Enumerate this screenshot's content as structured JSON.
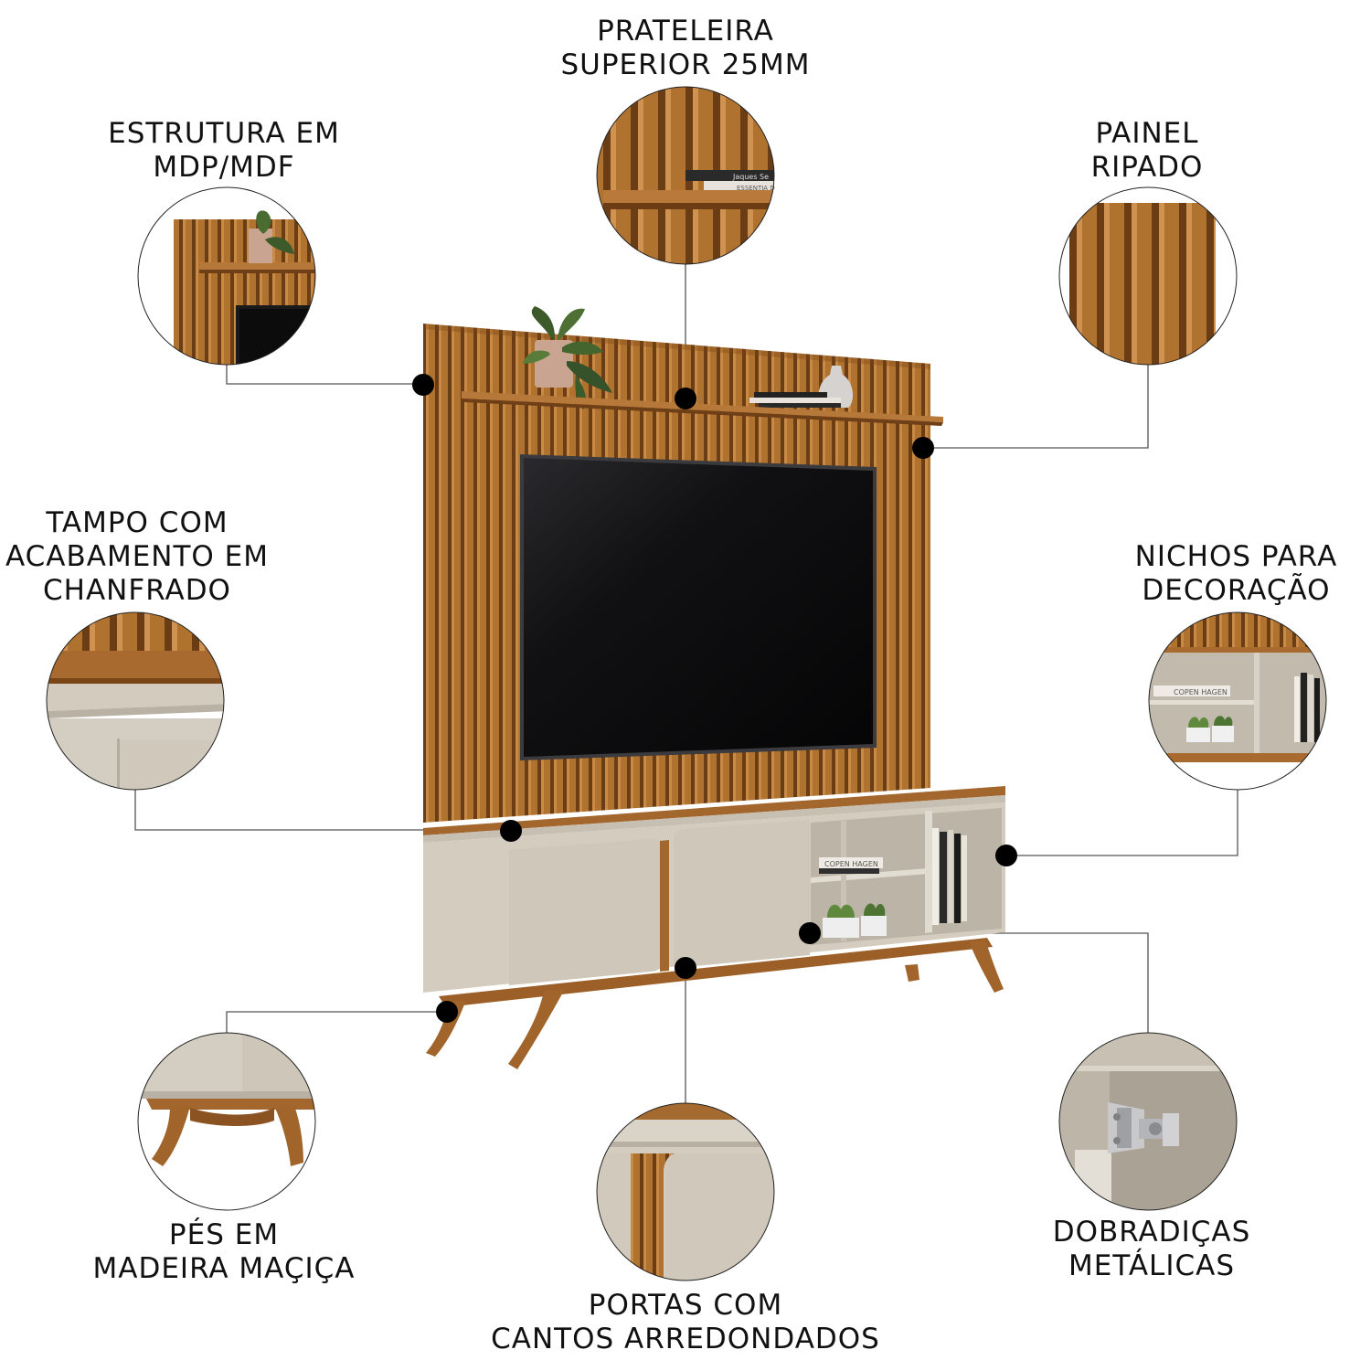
{
  "callouts": {
    "estrutura": {
      "line1": "ESTRUTURA EM",
      "line2": "MDP/MDF"
    },
    "prateleira": {
      "line1": "PRATELEIRA",
      "line2": "SUPERIOR 25MM"
    },
    "painel": {
      "line1": "PAINEL",
      "line2": "RIPADO"
    },
    "tampo": {
      "line1": "TAMPO COM",
      "line2": "ACABAMENTO EM",
      "line3": "CHANFRADO"
    },
    "nichos": {
      "line1": "NICHOS PARA",
      "line2": "DECORAÇÃO"
    },
    "pes": {
      "line1": "PÉS EM",
      "line2": "MADEIRA MAÇIÇA"
    },
    "portas": {
      "line1": "PORTAS COM",
      "line2": "CANTOS ARREDONDADOS"
    },
    "dobradicas": {
      "line1": "DOBRADIÇAS",
      "line2": "METÁLICAS"
    }
  },
  "books": {
    "shelf_top": [
      "Jaques Se",
      "ESSENTIA D"
    ],
    "niche": "COPEN HAGEN",
    "detail": "COPEN HAGEN"
  },
  "colors": {
    "wood": "#a8692c",
    "wood_dark": "#6e3f16",
    "wood_light": "#c98a45",
    "cream": "#d8d2c6",
    "cream_dark": "#bdb6a9",
    "tv": "#0b0b0c",
    "line": "#555555",
    "dot": "#000000"
  }
}
